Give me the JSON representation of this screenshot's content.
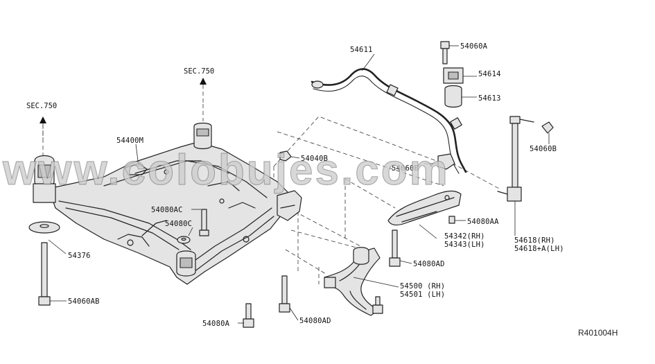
{
  "diagram": {
    "reference_code": "R401004H",
    "watermark": "www.colobujes.com",
    "section_refs": [
      {
        "id": "sec-left",
        "text": "SEC.750"
      },
      {
        "id": "sec-center",
        "text": "SEC.750"
      }
    ],
    "part_labels": [
      {
        "id": "p54611",
        "text": "54611"
      },
      {
        "id": "p54060a",
        "text": "54060A"
      },
      {
        "id": "p54614",
        "text": "54614"
      },
      {
        "id": "p54613",
        "text": "54613"
      },
      {
        "id": "p54060b-right",
        "text": "54060B"
      },
      {
        "id": "p54400m",
        "text": "54400M"
      },
      {
        "id": "p54040b",
        "text": "54040B"
      },
      {
        "id": "p54060b-center",
        "text": "54060B"
      },
      {
        "id": "p54080ac",
        "text": "54080AC"
      },
      {
        "id": "p54080c",
        "text": "54080C"
      },
      {
        "id": "p54080aa",
        "text": "54080AA"
      },
      {
        "id": "p54342",
        "text": "54342(RH)"
      },
      {
        "id": "p54343",
        "text": "54343(LH)"
      },
      {
        "id": "p54618",
        "text": "54618(RH)"
      },
      {
        "id": "p54618a",
        "text": "54618+A(LH)"
      },
      {
        "id": "p54376",
        "text": "54376"
      },
      {
        "id": "p54080ad-right",
        "text": "54080AD"
      },
      {
        "id": "p54500",
        "text": "54500 (RH)"
      },
      {
        "id": "p54501",
        "text": "54501 (LH)"
      },
      {
        "id": "p54060ab",
        "text": "54060AB"
      },
      {
        "id": "p54080a",
        "text": "54080A"
      },
      {
        "id": "p54080ad-bottom",
        "text": "54080AD"
      }
    ]
  }
}
